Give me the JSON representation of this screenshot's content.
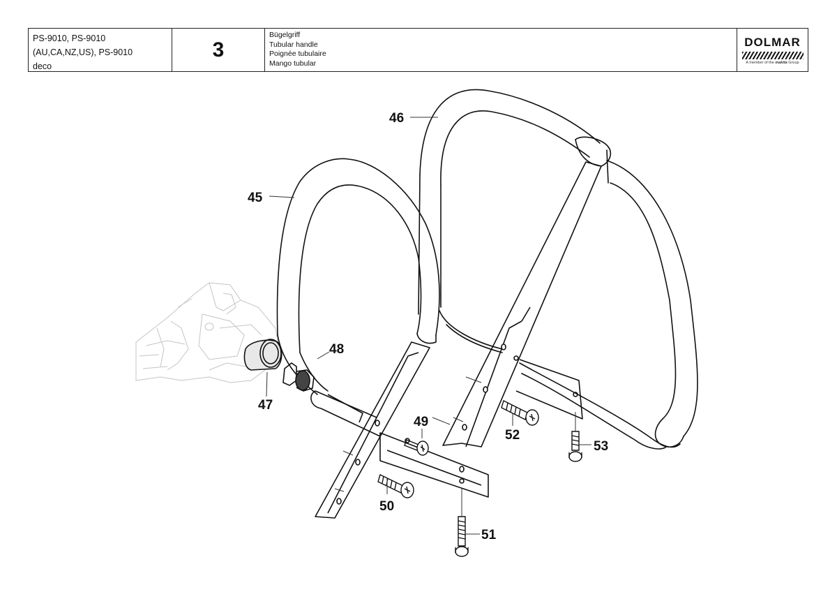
{
  "header": {
    "models_line1": "PS-9010, PS-9010",
    "models_line2": "(AU,CA,NZ,US), PS-9010",
    "models_line3": "deco",
    "page_number": "3",
    "title_de": "Bügelgriff",
    "title_en": "Tubular handle",
    "title_fr": "Poignée tubulaire",
    "title_es": "Mango tubular",
    "brand": "DOLMAR",
    "tagline_pre": "A member of the",
    "tagline_brand": "makita",
    "tagline_post": "Group"
  },
  "parts": {
    "p45": "45",
    "p46": "46",
    "p47": "47",
    "p48": "48",
    "p49": "49",
    "p50": "50",
    "p51": "51",
    "p52": "52",
    "p53": "53"
  }
}
